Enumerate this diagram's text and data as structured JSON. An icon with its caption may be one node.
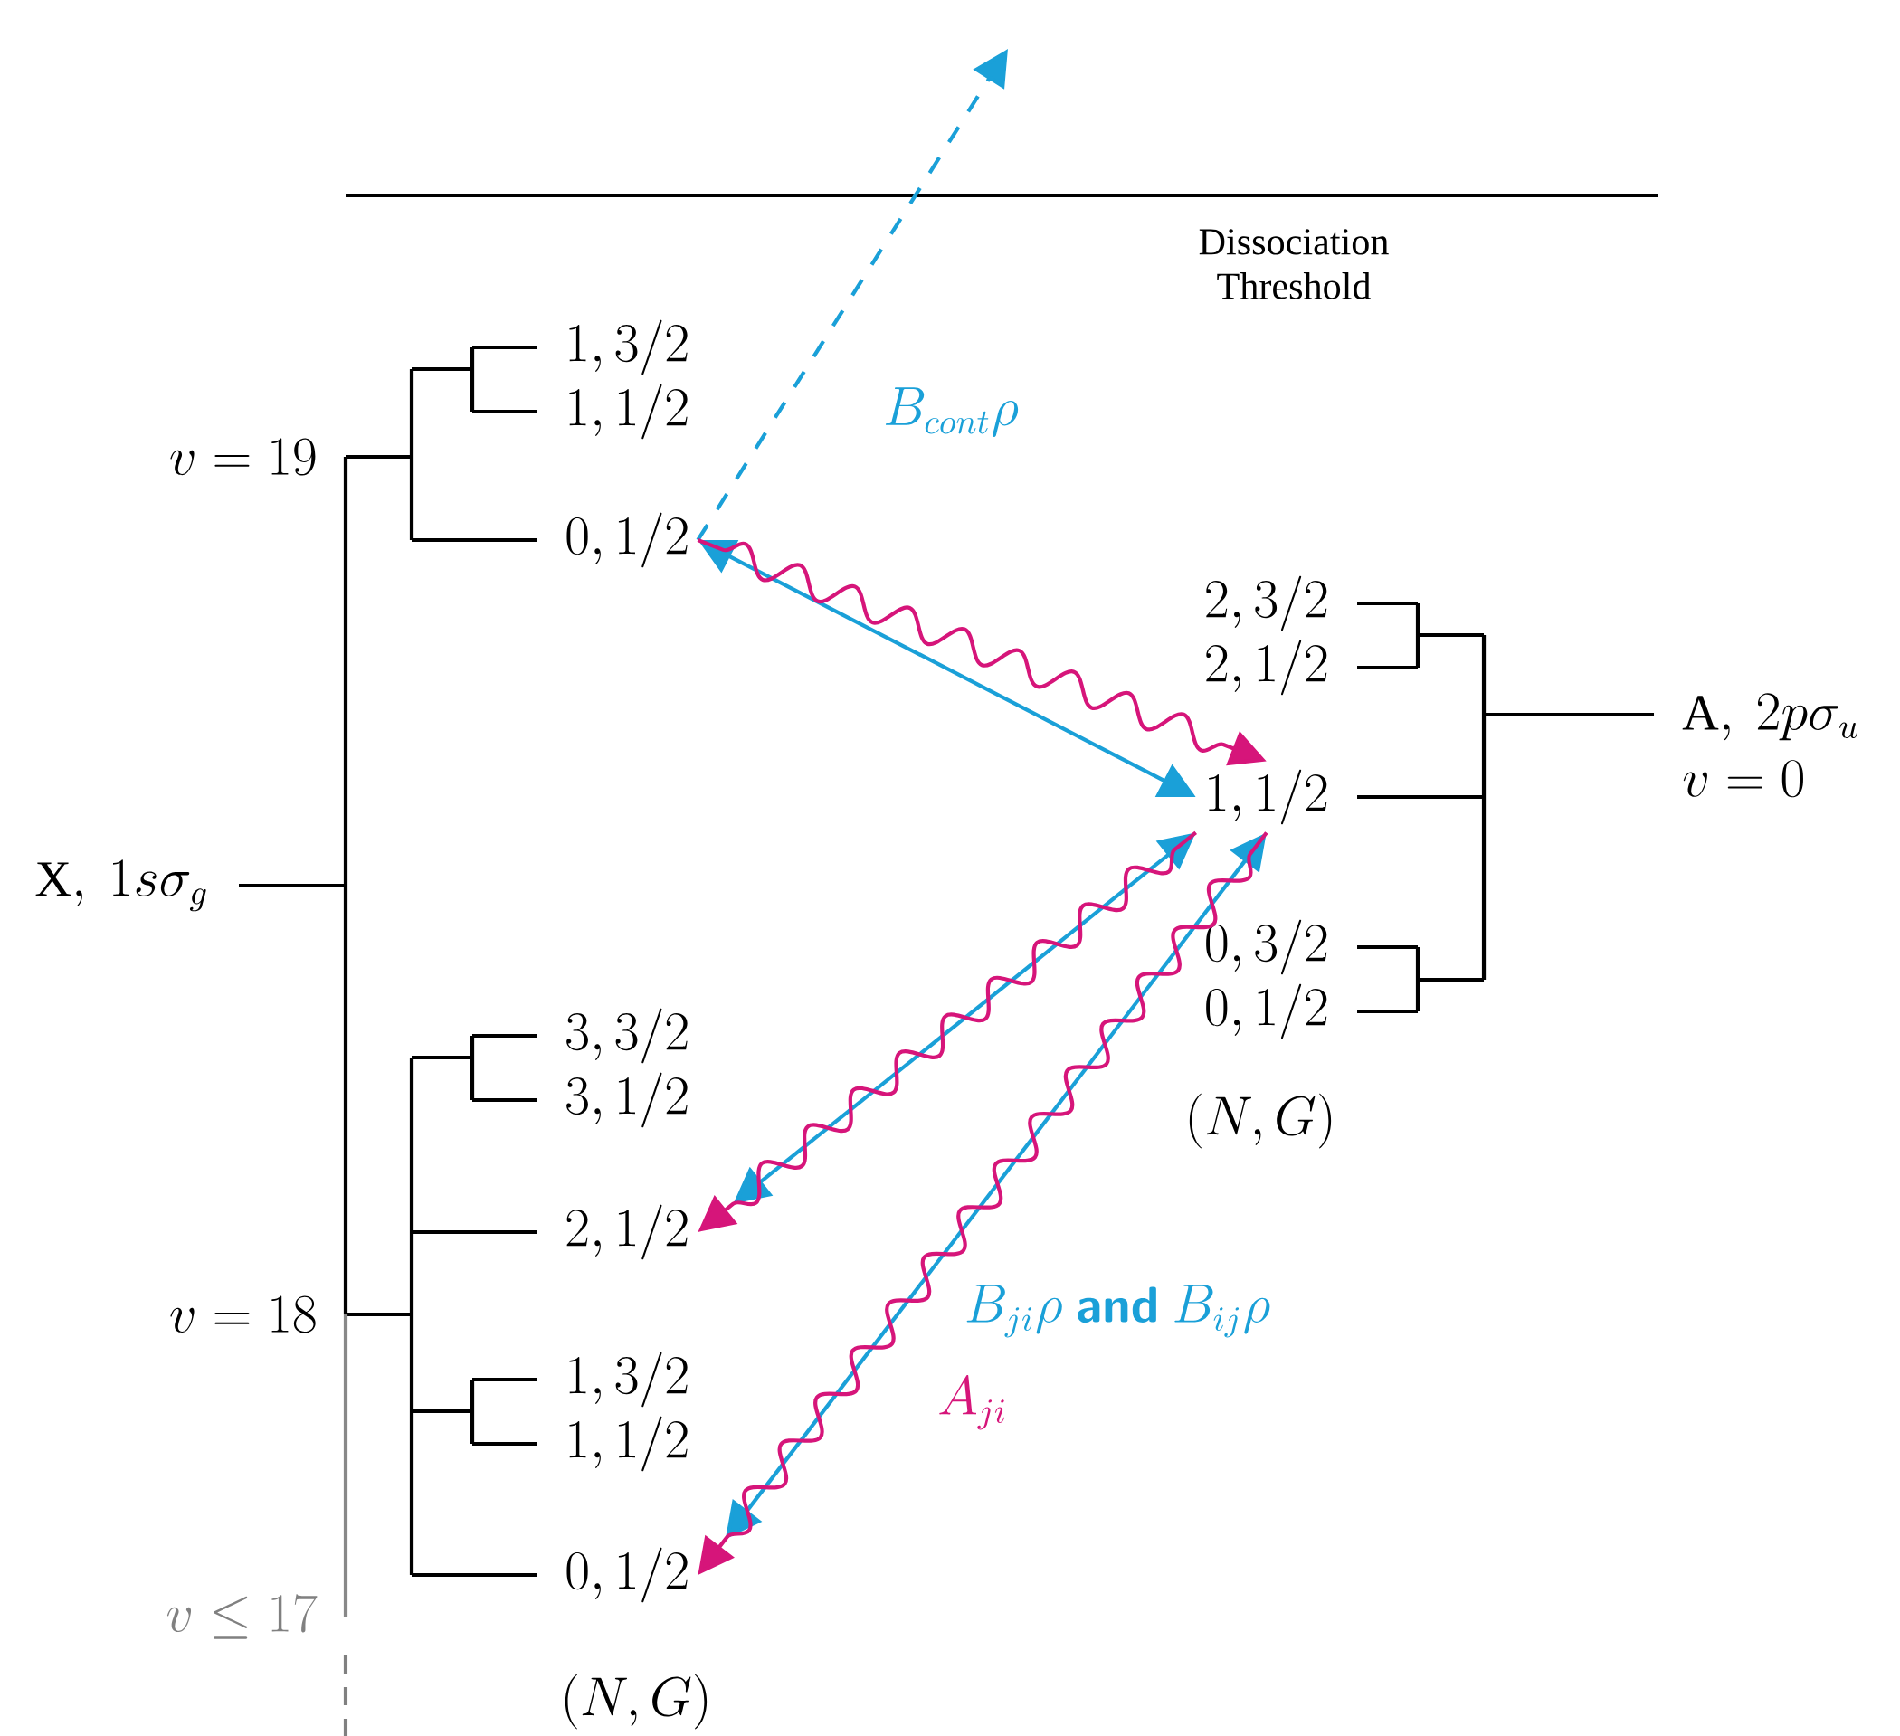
{
  "diagram": {
    "nodes": [
      {
        "text": [
          "\\mathrm{X},\\ 1s\\sigma_g"
        ]
      },
      {
        "text": [
          "v = 19"
        ]
      },
      {
        "text": [
          "1, 3/2"
        ]
      },
      {
        "text": [
          "1, 1/2"
        ]
      },
      {
        "text": [
          "0, 1/2"
        ]
      },
      {
        "text": [
          "v = 18"
        ]
      },
      {
        "text": [
          "3, 3/2"
        ]
      },
      {
        "text": [
          "3, 1/2"
        ]
      },
      {
        "text": [
          "2, 1/2"
        ]
      },
      {
        "text": [
          "1, 3/2"
        ]
      },
      {
        "text": [
          "1, 1/2"
        ]
      },
      {
        "text": [
          "0, 1/2"
        ]
      },
      {
        "text": [
          "v \\leq 17"
        ]
      },
      {
        "text": [
          "2, 3/2"
        ]
      },
      {
        "text": [
          "2, 1/2"
        ]
      },
      {
        "text": [
          "1, 1/2"
        ]
      },
      {
        "text": [
          "0, 3/2"
        ]
      },
      {
        "text": [
          "0, 1/2"
        ]
      },
      {
        "text": [
          "\\mathrm{A},\\ 2p\\sigma_u",
          "v = 0"
        ]
      }
    ],
    "edges": [
      {
        "from": 4,
        "to": null,
        "arrow": "to",
        "style": "dashed",
        "color": "#1aa0d8",
        "label": "B_{cont}\\rho"
      },
      {
        "from": 4,
        "to": 15,
        "arrow": "both",
        "color": "#1aa0d8"
      },
      {
        "from": 4,
        "to": 15,
        "arrow": "to",
        "color": "#d6157a"
      },
      {
        "from": 8,
        "to": 15,
        "arrow": "both",
        "color": "#1aa0d8"
      },
      {
        "from": 15,
        "to": 8,
        "arrow": "to",
        "color": "#d6157a"
      },
      {
        "from": 11,
        "to": 15,
        "arrow": "both",
        "color": "#1aa0d8",
        "label": "B_{ji}\\rho\\ \\textsf{\\bfseries and}\\ B_{ij}\\rho"
      },
      {
        "from": 15,
        "to": 11,
        "arrow": "to",
        "color": "#d6157a",
        "label": "A_{ji}"
      },
      {
        "from": 5,
        "to": 12,
        "arrow": "none",
        "color": "#888888"
      }
    ],
    "labels": [
      "Dissociation Threshold",
      "(N, G)",
      "(N, G)"
    ]
  }
}
